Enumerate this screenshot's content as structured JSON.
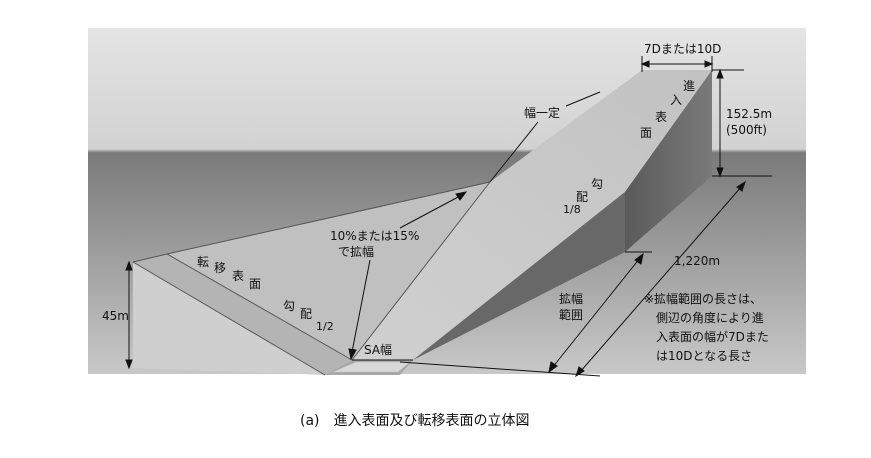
{
  "labels": {
    "width_top": "7Dまたは10D",
    "constant_width": "幅一定",
    "height_right_m": "152.5m",
    "height_right_ft": "(500ft)",
    "expand_rate_line1": "10%または15%",
    "expand_rate_line2": "で拡幅",
    "length": "1,220m",
    "approach_chars": [
      "進",
      "入",
      "表",
      "面"
    ],
    "approach_slope_chars": [
      "勾",
      "配"
    ],
    "approach_slope_ratio": "1/8",
    "transition_chars": [
      "転",
      "移",
      "表",
      "面"
    ],
    "transition_slope_chars": [
      "勾",
      "配"
    ],
    "transition_slope_ratio": "1/2",
    "height_left": "45m",
    "sa_width": "SA幅",
    "expansion_range_line1": "拡幅",
    "expansion_range_line2": "範囲"
  },
  "note": {
    "lines": [
      "※拡幅範囲の長さは、",
      "側辺の角度により進",
      "入表面の幅が7Dまた",
      "は10Dとなる長さ"
    ]
  },
  "caption": "(a)　進入表面及び転移表面の立体図"
}
